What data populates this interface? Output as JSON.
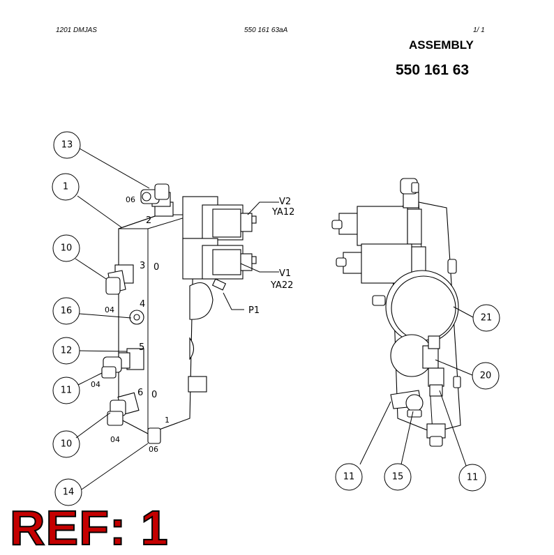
{
  "header": {
    "left": "1201 DMJAS",
    "center": "550 161 63aA",
    "page": "1/  1",
    "title": "ASSEMBLY",
    "number": "550 161 63"
  },
  "balloons": {
    "b13": "13",
    "b1": "1",
    "b10a": "10",
    "b16": "16",
    "b12": "12",
    "b11a": "11",
    "b10b": "10",
    "b14": "14",
    "b21": "21",
    "b20": "20",
    "b11b": "11",
    "b15": "15",
    "b11c": "11"
  },
  "labels": {
    "port06a": "06",
    "port04a": "04",
    "port04b": "04",
    "port04c": "04",
    "port06b": "06",
    "n2": "2",
    "n3": "3",
    "n0a": "0",
    "n4": "4",
    "n5": "5",
    "n6": "6",
    "n0b": "0",
    "n1": "1",
    "v2": "V2",
    "ya12": "YA12",
    "v1": "V1",
    "ya22": "YA22",
    "p1": "P1"
  },
  "ref": "REF: 1"
}
